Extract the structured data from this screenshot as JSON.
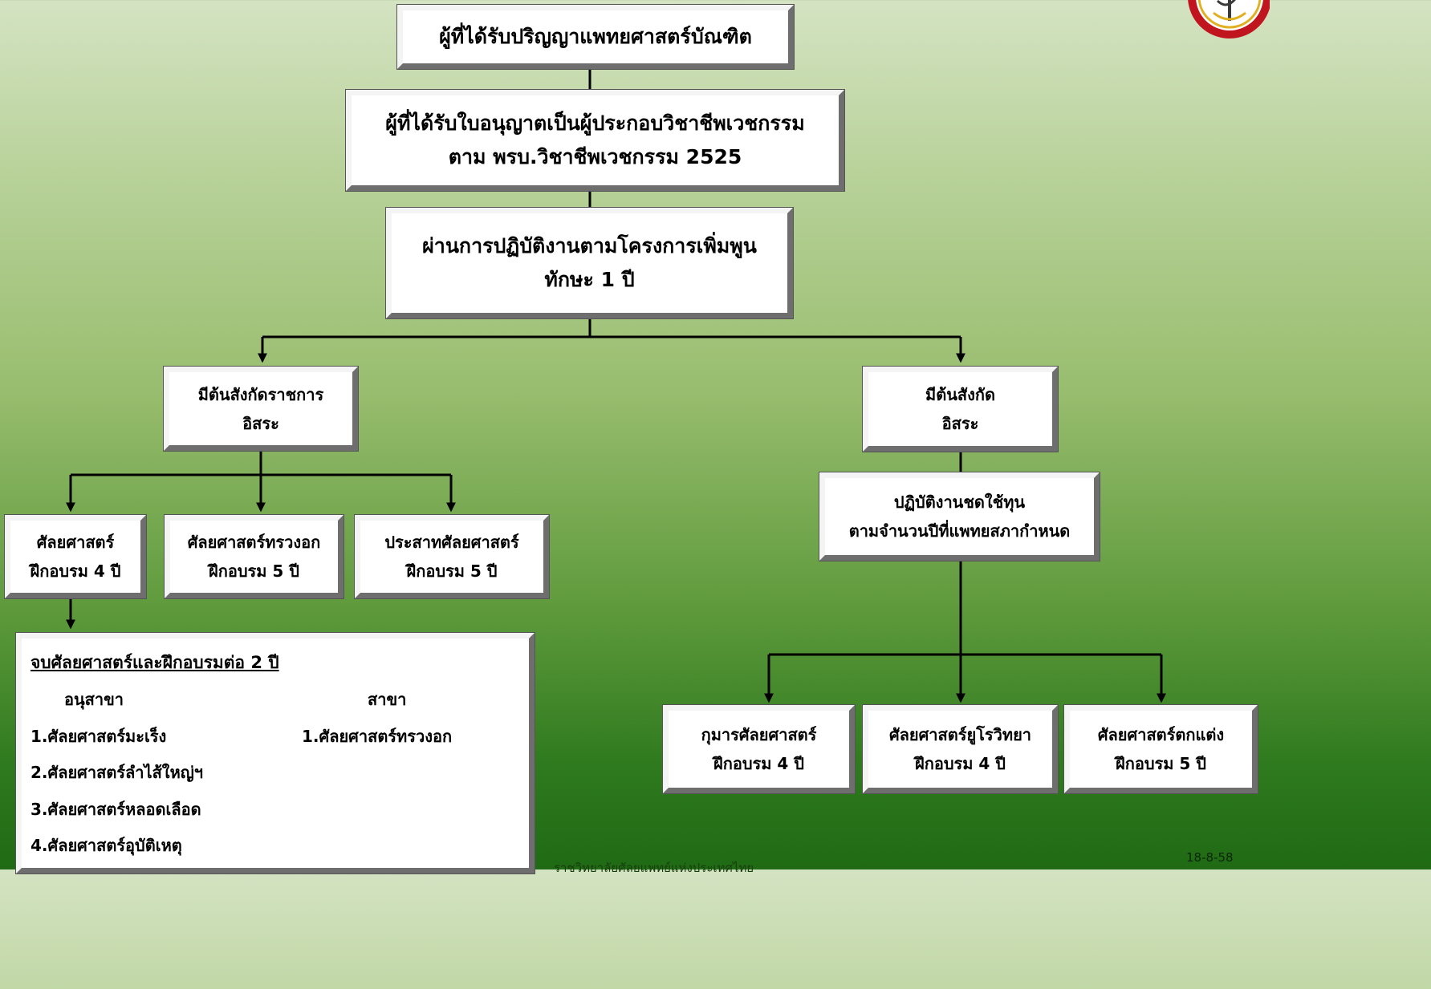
{
  "flow": {
    "grad": "ผู้ที่ได้รับปริญญาแพทยศาสตร์บัณฑิต",
    "license": [
      "ผู้ที่ได้รับใบอนุญาตเป็นผู้ประกอบวิชาชีพเวชกรรม",
      "ตาม พรบ.วิชาชีพเวชกรรม 2525"
    ],
    "intern": [
      "ผ่านการปฏิบัติงานตามโครงการเพิ่มพูน",
      "ทักษะ 1 ปี"
    ],
    "gov": [
      "มีต้นสังกัดราชการ",
      "อิสระ"
    ],
    "indep": [
      "มีต้นสังกัด",
      "อิสระ"
    ],
    "payback": [
      "ปฏิบัติงานชดใช้ทุน",
      "ตามจำนวนปีที่แพทยสภากำหนด"
    ],
    "left_programs": [
      {
        "name": "ศัลยศาสตร์",
        "years": "ฝึกอบรม 4 ปี"
      },
      {
        "name": "ศัลยศาสตร์ทรวงอก",
        "years": "ฝึกอบรม 5 ปี"
      },
      {
        "name": "ประสาทศัลยศาสตร์",
        "years": "ฝึกอบรม 5 ปี"
      }
    ],
    "right_programs": [
      {
        "name": "กุมารศัลยศาสตร์",
        "years": "ฝึกอบรม 4 ปี"
      },
      {
        "name": "ศัลยศาสตร์ยูโรวิทยา",
        "years": "ฝึกอบรม 4 ปี"
      },
      {
        "name": "ศัลยศาสตร์ตกแต่ง",
        "years": "ฝึกอบรม 5 ปี"
      }
    ]
  },
  "detail": {
    "heading": "จบศัลยศาสตร์และฝึกอบรมต่อ 2 ปี",
    "sub_col": "อนุสาขา",
    "main_col": "สาขา",
    "sub_items": [
      "1.ศัลยศาสตร์มะเร็ง",
      "2.ศัลยศาสตร์ลำไส้ใหญ่ฯ",
      "3.ศัลยศาสตร์หลอดเลือด",
      "4.ศัลยศาสตร์อุบัติเหตุ"
    ],
    "main_items": [
      "1.ศัลยศาสตร์ทรวงอก"
    ]
  },
  "footer": {
    "institution": "ราชวิทยาลัยศัลยแพทย์แห่งประเทศไทย",
    "date": "18-8-58"
  },
  "colors": {
    "line": "#000000",
    "box_fill": "#ffffff",
    "logo_red": "#c0141e",
    "logo_gold": "#e0b020"
  }
}
